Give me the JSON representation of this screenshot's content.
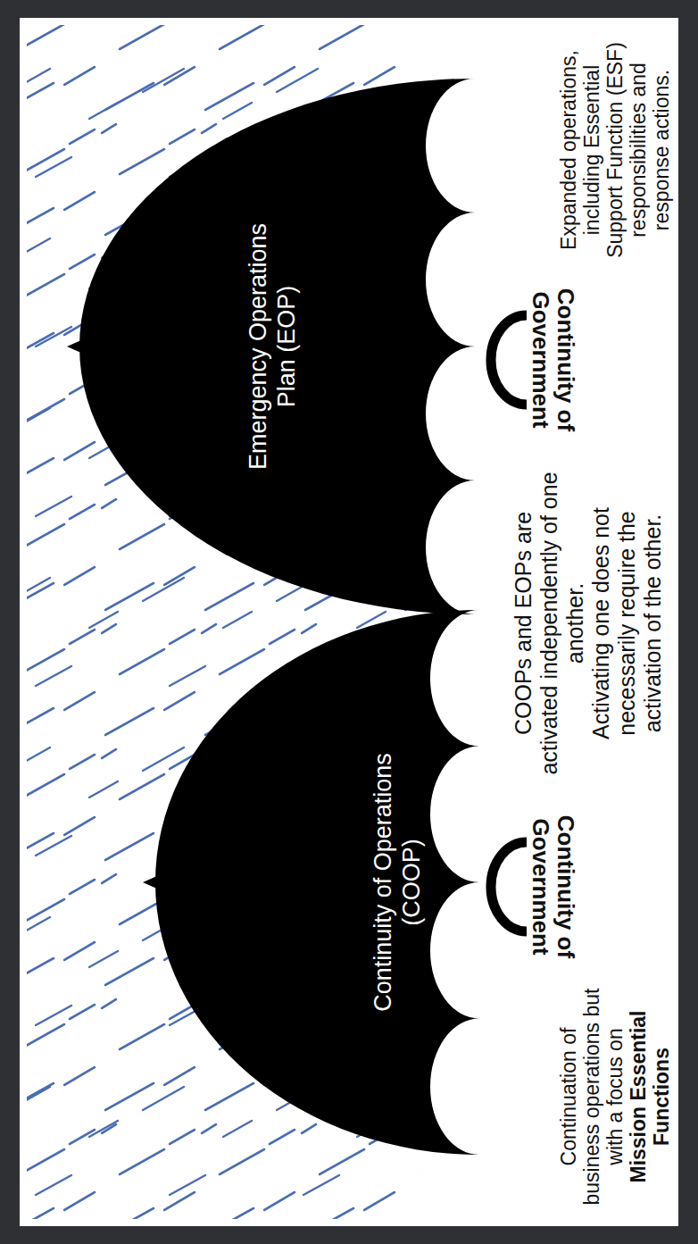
{
  "diagram": {
    "nodes": [
      {
        "text": [
          "Continuity of Operations (COOP)"
        ]
      },
      {
        "text": [
          "Emergency Operations Plan (EOP)"
        ]
      }
    ],
    "labels": [
      "Continuity of Government",
      "Continuity of Government",
      "Continuation of business operations but with a focus on",
      "Mission Essential Functions",
      "COOPs and EOPs are activated independently of one another.",
      "Activating one does not necessarily require the activation of the other.",
      "Expanded operations, including Essential Support Function (ESF) responsibilities and response actions."
    ]
  }
}
